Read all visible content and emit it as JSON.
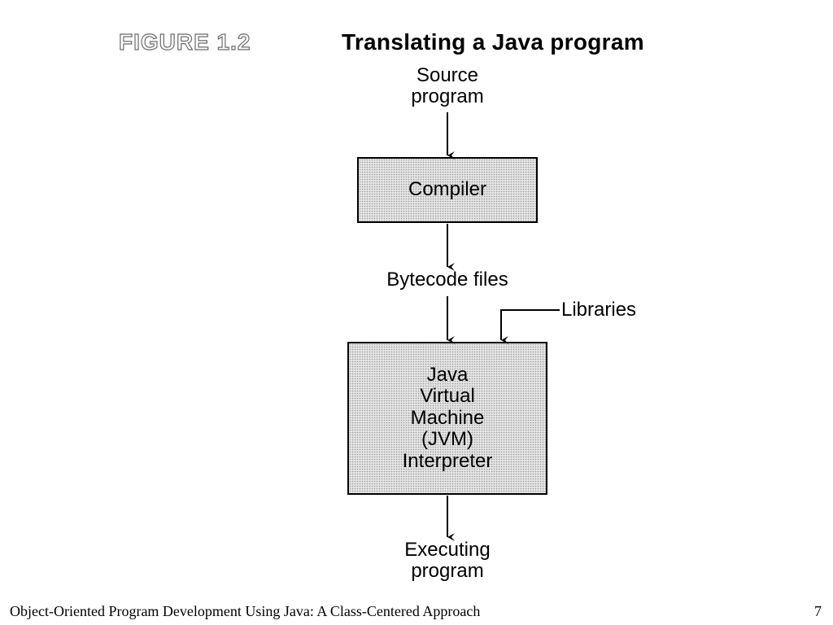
{
  "figure": {
    "label": "FIGURE 1.2",
    "title": "Translating a Java program"
  },
  "nodes": {
    "source": [
      "Source",
      "program"
    ],
    "compiler": "Compiler",
    "bytecode": "Bytecode files",
    "libraries": "Libraries",
    "jvm": [
      "Java",
      "Virtual",
      "Machine",
      "(JVM)",
      "Interpreter"
    ],
    "executing": [
      "Executing",
      "program"
    ]
  },
  "footer": {
    "text": "Object-Oriented Program Development Using Java: A Class-Centered Approach",
    "page": "7"
  }
}
